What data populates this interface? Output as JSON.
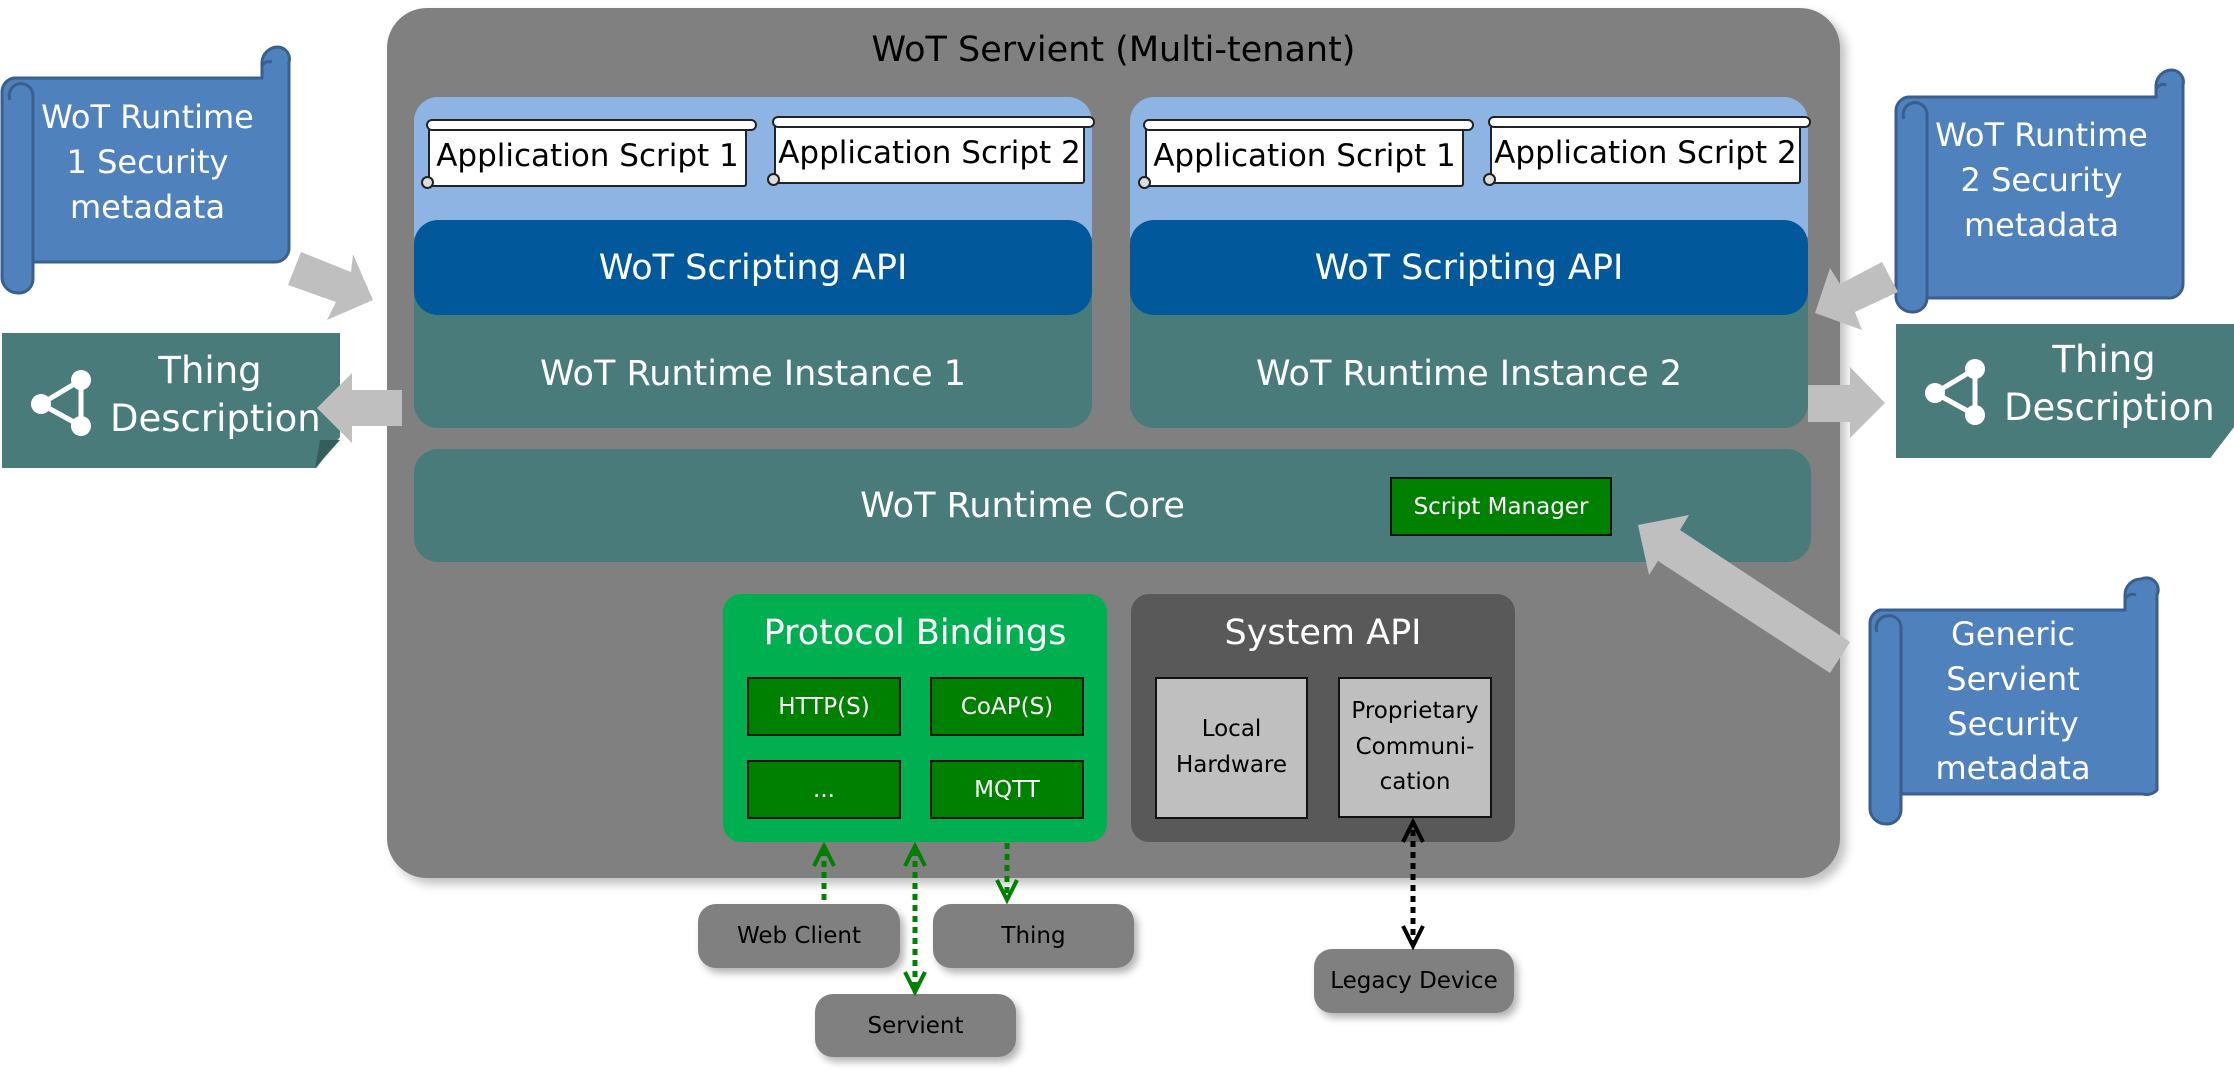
{
  "servient": {
    "title": "WoT Servient (Multi-tenant)"
  },
  "runtime_instances": [
    {
      "app_scripts": [
        "Application Script 1",
        "Application Script 2"
      ],
      "scripting_api": "WoT Scripting API",
      "label": "WoT Runtime Instance 1"
    },
    {
      "app_scripts": [
        "Application Script 1",
        "Application Script 2"
      ],
      "scripting_api": "WoT Scripting API",
      "label": "WoT Runtime Instance 2"
    }
  ],
  "core": {
    "label": "WoT Runtime Core",
    "script_manager": "Script Manager"
  },
  "protocol_bindings": {
    "title": "Protocol Bindings",
    "items": [
      "HTTP(S)",
      "CoAP(S)",
      "...",
      "MQTT"
    ]
  },
  "system_api": {
    "title": "System API",
    "items": [
      "Local Hardware",
      "Proprietary Communi-cation"
    ],
    "local_hardware_lines": [
      "Local",
      "Hardware"
    ],
    "proprietary_lines": [
      "Proprietary",
      "Communi-",
      "cation"
    ]
  },
  "external_nodes": {
    "web_client": "Web Client",
    "thing": "Thing",
    "servient": "Servient",
    "legacy_device": "Legacy Device"
  },
  "security_metadata": {
    "runtime1_lines": [
      "WoT Runtime",
      "1 Security",
      "metadata"
    ],
    "runtime2_lines": [
      "WoT Runtime",
      "2 Security",
      "metadata"
    ],
    "generic_lines": [
      "Generic",
      "Servient",
      "Security",
      "metadata"
    ]
  },
  "thing_descriptions": {
    "left_lines": [
      "Thing",
      "Description"
    ],
    "right_lines": [
      "Thing",
      "Description"
    ],
    "icon": "share-nodes-icon"
  },
  "colors": {
    "servient_bg": "#808080",
    "app_area": "#8eb4e3",
    "scripting_api": "#01589b",
    "runtime_teal": "#4a7b7b",
    "script_manager": "#008000",
    "protocol_bindings": "#00b050",
    "system_api": "#595959",
    "security_scroll": "#4f81bd",
    "arrow_gray": "#bfbfbf",
    "dotted_green": "#008000",
    "dotted_black": "#000000"
  }
}
